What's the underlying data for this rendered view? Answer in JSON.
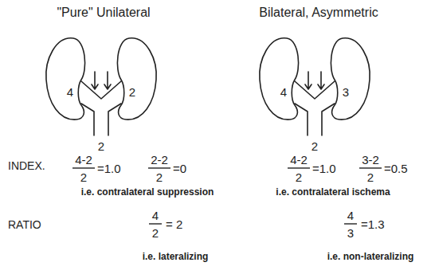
{
  "diagram": {
    "labels": [
      "\"Pure\" Unilateral",
      "Bilateral, Asymmetric",
      "4",
      "2",
      "2",
      "4",
      "3",
      "2",
      "INDEX.",
      "4-2",
      "2",
      "=1.0",
      "2-2",
      "2",
      "=0",
      "i.e. contralateral suppression",
      "4-2",
      "2",
      "=1.0",
      "3-2",
      "2",
      "=0.5",
      "i.e. contralateral ischema",
      "RATIO",
      "4",
      "2",
      "= 2",
      "4",
      "3",
      "=1.3",
      "i.e. lateralizing",
      "i.e. non-lateralizing"
    ]
  }
}
